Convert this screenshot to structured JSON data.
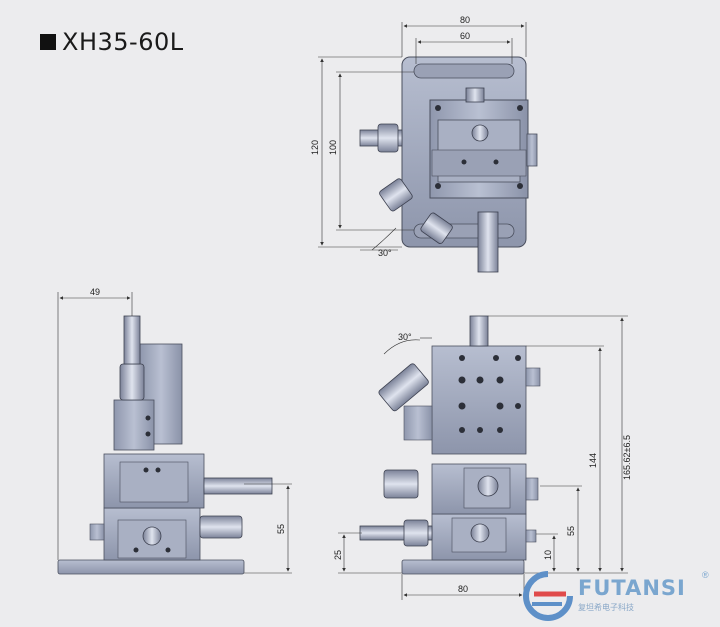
{
  "title": "XH35-60L",
  "dimensions": {
    "top_width_outer": "80",
    "top_width_inner": "60",
    "top_height_outer": "120",
    "top_height_inner": "100",
    "top_angle": "30°",
    "left_width": "49",
    "left_height": "55",
    "right_angle": "30°",
    "right_h_total": "165.62±6.5",
    "right_h_144": "144",
    "right_h_55": "55",
    "right_h_10": "10",
    "right_h_25": "25",
    "right_width": "80"
  },
  "logo": {
    "name": "FUTANSI",
    "subtitle": "复坦希电子科技",
    "reg_mark": "®"
  }
}
